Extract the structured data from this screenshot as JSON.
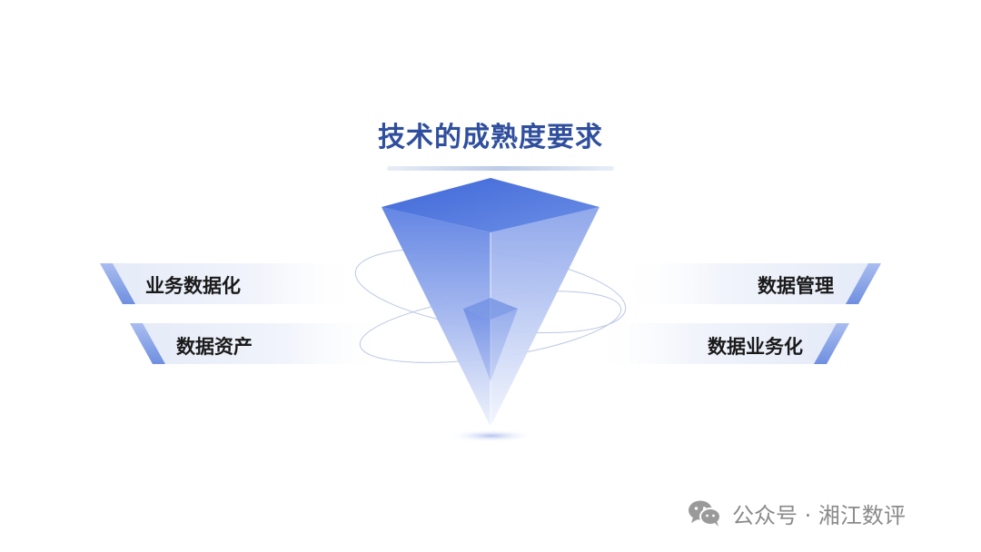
{
  "diagram": {
    "title": "技术的成熟度要求",
    "left_items": [
      "业务数据化",
      "数据资产"
    ],
    "right_items": [
      "数据管理",
      "数据业务化"
    ]
  },
  "watermark": {
    "icon": "wechat-icon",
    "text": "公众号 · 湘江数评"
  },
  "colors": {
    "title": "#2f4f9e",
    "accent": "#4a6fd6",
    "band_light": "#eef2fb",
    "band_edge": "#8fa8e6"
  }
}
